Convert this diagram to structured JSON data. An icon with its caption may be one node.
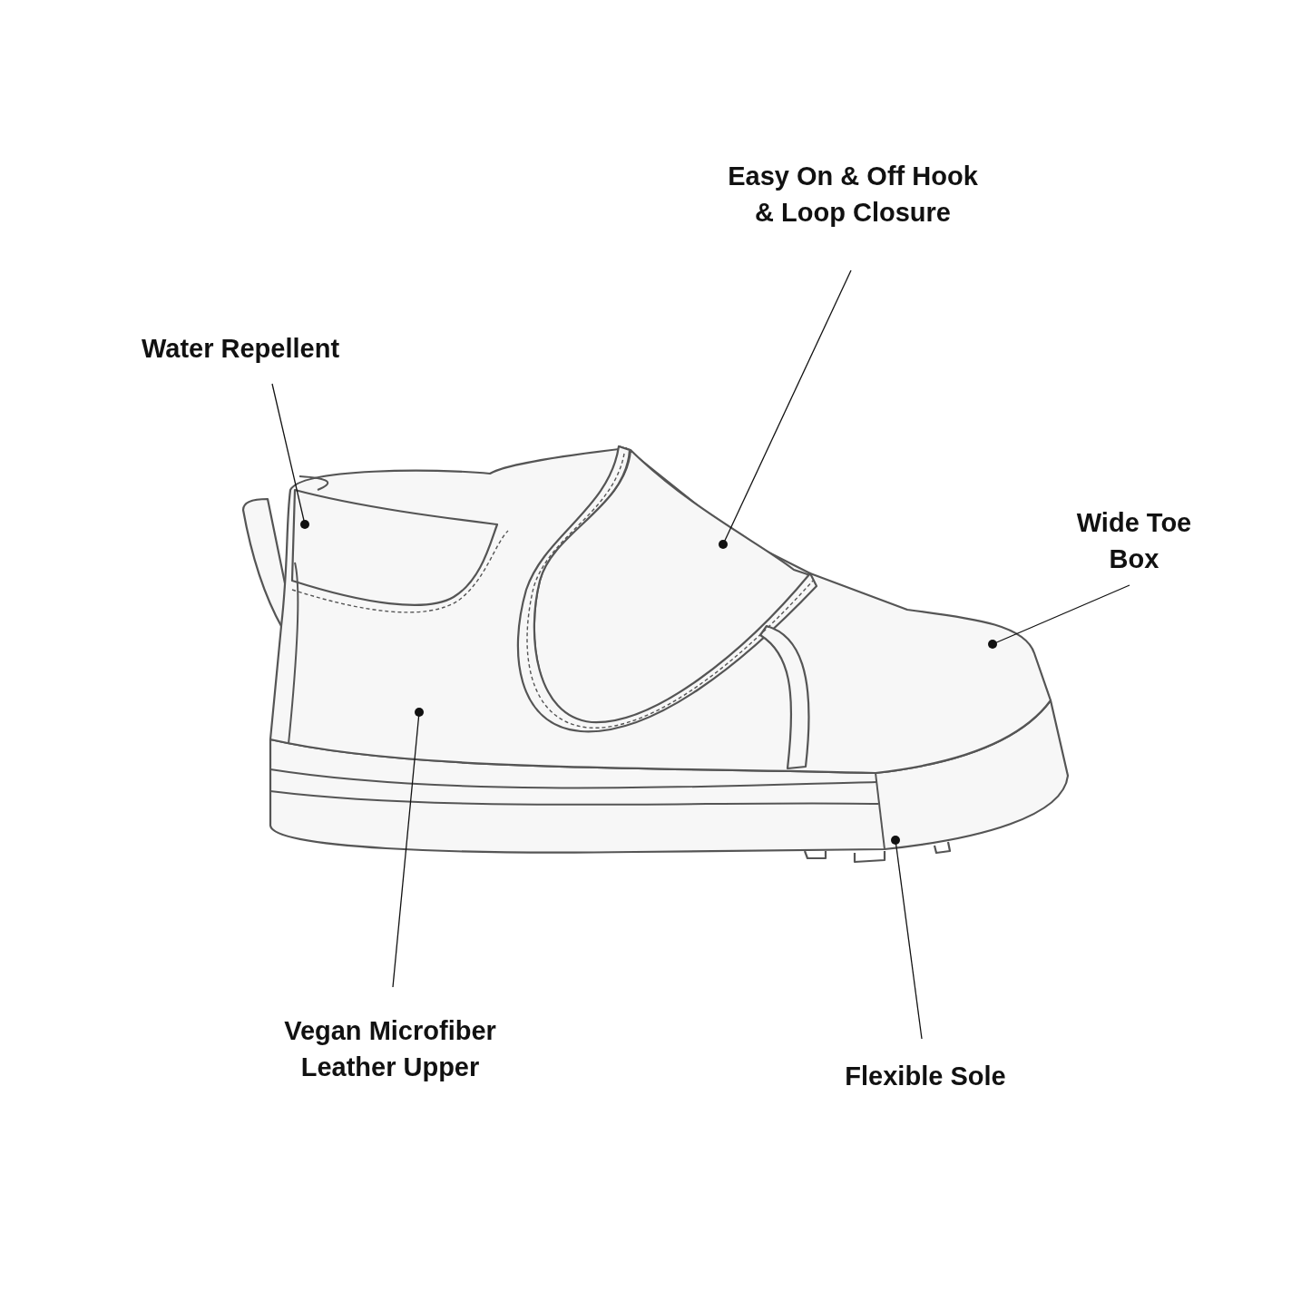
{
  "diagram": {
    "nodes": [
      {
        "text": [
          "Easy On & Off Hook & Loop Closure"
        ]
      },
      {
        "text": [
          "Water Repellent"
        ]
      },
      {
        "text": [
          "Wide Toe Box"
        ]
      },
      {
        "text": [
          "Vegan Microfiber Leather Upper"
        ]
      },
      {
        "text": [
          "Flexible Sole"
        ]
      }
    ],
    "edges": [
      {
        "from": 0,
        "to": null,
        "arrow": "other"
      },
      {
        "from": 1,
        "to": null,
        "arrow": "other"
      },
      {
        "from": 2,
        "to": null,
        "arrow": "other"
      },
      {
        "from": 3,
        "to": null,
        "arrow": "other"
      },
      {
        "from": 4,
        "to": null,
        "arrow": "other"
      }
    ]
  }
}
